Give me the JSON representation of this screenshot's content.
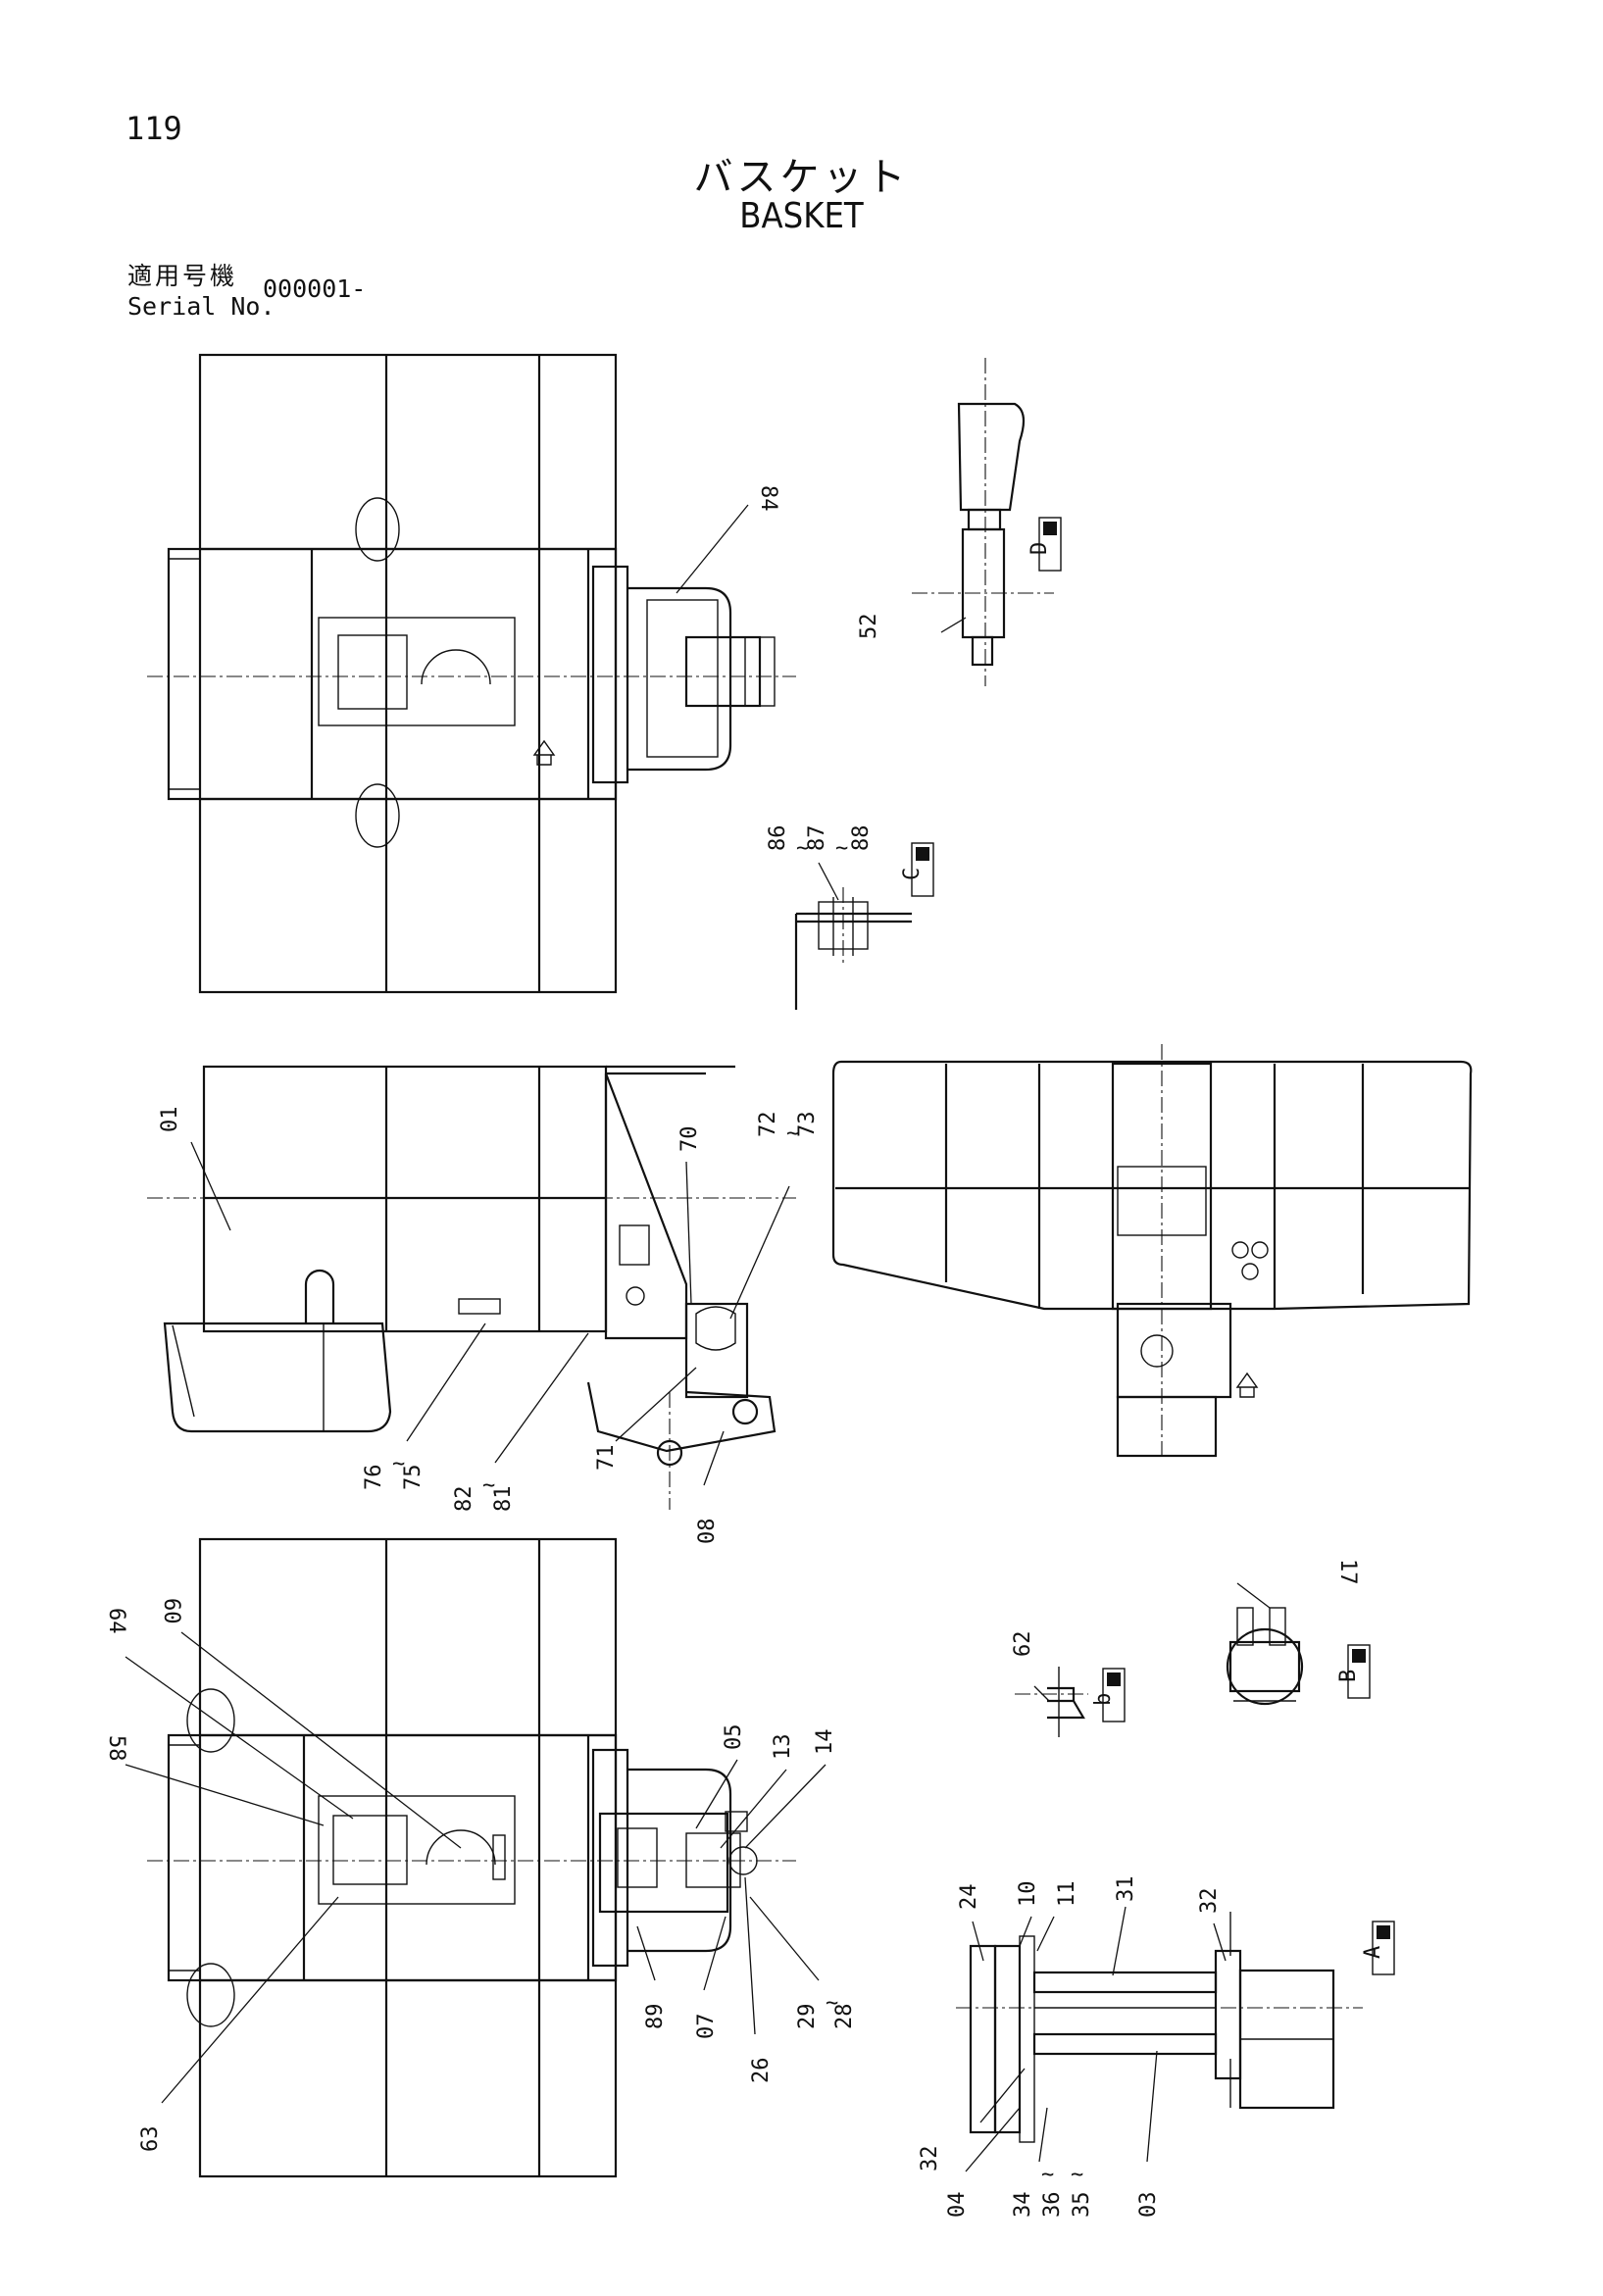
{
  "header": {
    "page_number": "119",
    "title_jp": "バスケット",
    "title_en": "BASKET",
    "serial_label_jp": "適用号機",
    "serial_label_en": "Serial No.",
    "serial_value": "000001-"
  },
  "labels": {
    "l84": "84",
    "l52": "52",
    "l86": "86",
    "l87": "87",
    "l88": "88",
    "l01": "01",
    "l70": "70",
    "l72": "72",
    "l73": "73",
    "l76": "76",
    "l75": "75",
    "l82": "82",
    "l81": "81",
    "l71": "71",
    "l08": "08",
    "l64": "64",
    "l60": "60",
    "l58": "58",
    "l63": "63",
    "l05": "05",
    "l13": "13",
    "l14": "14",
    "l89": "89",
    "l07": "07",
    "l26": "26",
    "l29": "29",
    "l28": "28",
    "l62": "62",
    "l17": "17",
    "l24": "24",
    "l10": "10",
    "l11": "11",
    "l31": "31",
    "l32a": "32",
    "l32b": "32",
    "l04": "04",
    "l34": "34",
    "l36": "36",
    "l35": "35",
    "l03": "03"
  },
  "views": {
    "d": "D",
    "c": "C",
    "b": "B",
    "b2": "b",
    "a": "A"
  }
}
